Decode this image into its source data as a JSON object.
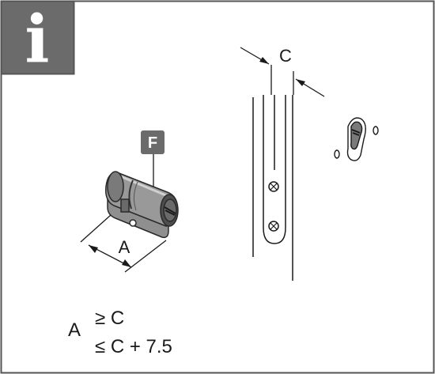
{
  "info_badge": {
    "glyph": "i",
    "icon": "info-icon",
    "color": "#6b6b6b"
  },
  "labels": {
    "badge_f": "F",
    "dim_a": "A",
    "dim_c": "C"
  },
  "formula": {
    "variable": "A",
    "line1": "≥ C",
    "line2": "≤ C + 7.5"
  },
  "colors": {
    "border": "#555555",
    "badge_gray": "#6b6b6b",
    "cylinder_fill": "#8a8a8a",
    "cylinder_dark": "#4a4a4a"
  }
}
